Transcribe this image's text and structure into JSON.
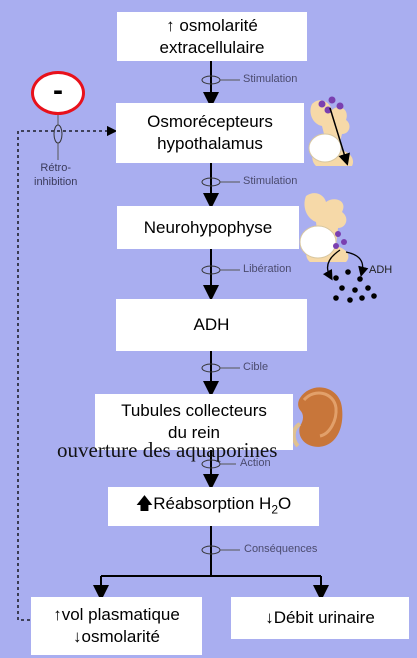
{
  "boxes": {
    "osmolarite": {
      "line1": "↑ osmolarité",
      "line2": "extracellulaire"
    },
    "osmorecepteurs": {
      "line1": "Osmorécepteurs",
      "line2": "hypothalamus"
    },
    "neurohypophyse": {
      "line1": "Neurohypophyse"
    },
    "adh": {
      "line1": "ADH"
    },
    "tubules": {
      "line1": "Tubules collecteurs",
      "line2": "du rein"
    },
    "reabsorption": {
      "arrow": "🡅",
      "text": "Réabsorption H",
      "sub": "2",
      "tail": "O"
    },
    "vol": {
      "line1": "↑vol plasmatique",
      "line2": "↓osmolarité"
    },
    "debit": {
      "line1": "↓Débit urinaire"
    }
  },
  "labels": {
    "stimulation1": "Stimulation",
    "stimulation2": "Stimulation",
    "liberation": "Libération",
    "cible": "Cible",
    "action": "Action",
    "consequences": "Conséquences"
  },
  "overlay_text": "ouverture des aquaporines",
  "inhibition": {
    "symbol": "-",
    "line1": "Rétro-",
    "line2": "inhibition"
  },
  "adh_tag": "ADH",
  "colors": {
    "background": "#a9aef0",
    "inhibition_ring": "#e8111b",
    "kidney": "#c8763a",
    "neuron": "#f6d9a8",
    "granule": "#7a3fb0"
  }
}
